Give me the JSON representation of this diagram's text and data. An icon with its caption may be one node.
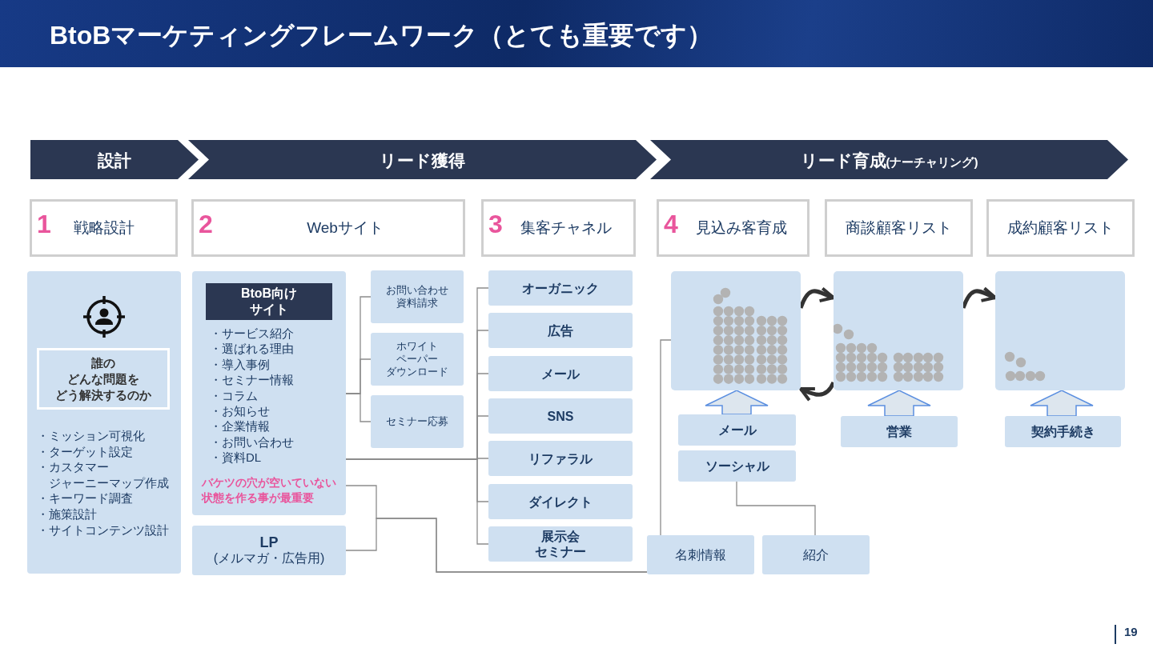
{
  "diagram": {
    "title": "BtoBマーケティングフレームワーク（とても重要です）",
    "nodes": [
      {
        "text": [
          "設計"
        ]
      },
      {
        "text": [
          "リード獲得"
        ]
      },
      {
        "text": [
          "リード育成",
          "(ナーチャリング)"
        ]
      },
      {
        "text": [
          "1",
          "戦略設計"
        ]
      },
      {
        "text": [
          "2",
          "Webサイト"
        ]
      },
      {
        "text": [
          "3",
          "集客チャネル"
        ]
      },
      {
        "text": [
          "4",
          "見込み客育成"
        ]
      },
      {
        "text": [
          "商談顧客リスト"
        ]
      },
      {
        "text": [
          "成約顧客リスト"
        ]
      },
      {
        "text": [
          "・ミッション可視化",
          "・ターゲット設定",
          "・カスタマージャーニーマップ作成",
          "・キーワード調査",
          "・施策設計",
          "・サイトコンテンツ設計"
        ]
      },
      {
        "text": [
          "誰のどんな問題をどう解決するのか"
        ],
        "in": 9
      },
      {
        "text": [
          "・サービス紹介",
          "・選ばれる理由",
          "・導入事例",
          "・セミナー情報",
          "・コラム",
          "・お知らせ",
          "・企業情報",
          "・お問い合わせ",
          "・資料DL",
          "バケツの穴が空いていない状態を作る事が最重要"
        ]
      },
      {
        "text": [
          "BtoB向けサイト"
        ],
        "in": 11
      },
      {
        "text": [
          "LP",
          "(メルマガ・広告用)"
        ]
      },
      {
        "text": [
          "お問い合わせ資料請求"
        ]
      },
      {
        "text": [
          "ホワイトペーパーダウンロード"
        ]
      },
      {
        "text": [
          "セミナー応募"
        ]
      },
      {
        "text": [
          "オーガニック"
        ]
      },
      {
        "text": [
          "広告"
        ]
      },
      {
        "text": [
          "メール"
        ]
      },
      {
        "text": [
          "SNS"
        ]
      },
      {
        "text": [
          "リファラル"
        ]
      },
      {
        "text": [
          "ダイレクト"
        ]
      },
      {
        "text": [
          "展示会セミナー"
        ]
      },
      {
        "text": [],
        "shape": "box"
      },
      {
        "text": [],
        "shape": "box"
      },
      {
        "text": [],
        "shape": "box"
      },
      {
        "text": [
          "メール"
        ]
      },
      {
        "text": [
          "ソーシャル"
        ]
      },
      {
        "text": [
          "営業"
        ]
      },
      {
        "text": [
          "契約手続き"
        ]
      },
      {
        "text": [
          "名刺情報"
        ]
      },
      {
        "text": [
          "紹介"
        ]
      }
    ],
    "edges": [
      {
        "from": 11,
        "to": 14,
        "arrow": "none"
      },
      {
        "from": 11,
        "to": 15,
        "arrow": "none"
      },
      {
        "from": 11,
        "to": 16,
        "arrow": "none"
      },
      {
        "from": 11,
        "to": 17,
        "arrow": "none"
      },
      {
        "from": 11,
        "to": 18,
        "arrow": "none"
      },
      {
        "from": 11,
        "to": 19,
        "arrow": "none"
      },
      {
        "from": 11,
        "to": 20,
        "arrow": "none"
      },
      {
        "from": 11,
        "to": 21,
        "arrow": "none"
      },
      {
        "from": 11,
        "to": 22,
        "arrow": "none"
      },
      {
        "from": 11,
        "to": 23,
        "arrow": "none"
      },
      {
        "from": 11,
        "to": 31,
        "arrow": "none"
      },
      {
        "from": 13,
        "to": 31,
        "arrow": "none"
      },
      {
        "from": 31,
        "to": 24,
        "arrow": "none"
      },
      {
        "from": 28,
        "to": 32,
        "arrow": "none"
      },
      {
        "from": 24,
        "to": 25,
        "arrow": "to",
        "style": "thick",
        "color": "#333333"
      },
      {
        "from": 25,
        "to": 26,
        "arrow": "to",
        "style": "thick",
        "color": "#333333"
      },
      {
        "from": 25,
        "to": 24,
        "arrow": "to",
        "style": "thick",
        "color": "#333333"
      },
      {
        "from": 27,
        "to": 24,
        "arrow": "to",
        "style": "thick",
        "color": "#5b8fe0"
      },
      {
        "from": 29,
        "to": 25,
        "arrow": "to",
        "style": "thick",
        "color": "#5b8fe0"
      },
      {
        "from": 30,
        "to": 26,
        "arrow": "to",
        "style": "thick",
        "color": "#5b8fe0"
      }
    ],
    "labels": [
      "19"
    ]
  }
}
